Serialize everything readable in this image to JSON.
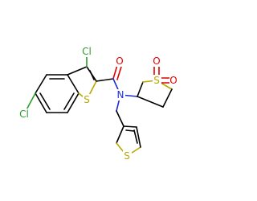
{
  "molecule": {
    "atoms": {
      "cl_top": "Cl",
      "cl_left": "Cl",
      "s_benzothiophene": "S",
      "o_amide": "O",
      "n_amide": "N",
      "s_sulfone": "S",
      "o_sulfone_top": "O",
      "o_sulfone_right": "O",
      "s_thiophene": "S"
    },
    "colors": {
      "chlorine": "#2a9d2a",
      "sulfur": "#b8a800",
      "oxygen": "#e00000",
      "nitrogen": "#1c2fd6",
      "carbon": "#000000"
    }
  }
}
